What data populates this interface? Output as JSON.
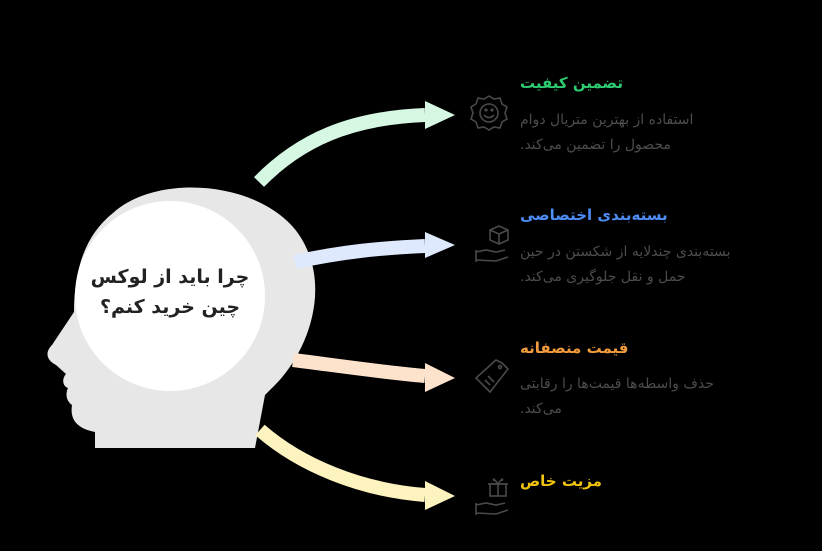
{
  "center": {
    "line1": "چرا باید از لوکس",
    "line2": "چین خرید کنم؟"
  },
  "colors": {
    "background": "#000000",
    "head": "#e7e7e7",
    "circle": "#ffffff",
    "icon": "#4a4a4a",
    "desc": "#4d4d4d"
  },
  "items": [
    {
      "title": "تضمین کیفیت",
      "desc_line1": "استفاده از بهترین متریال دوام",
      "desc_line2": "محصول را تضمین می‌کند.",
      "color": "#2ecc71",
      "arrow_color": "#d6f8e3",
      "icon": "smiley-badge-icon"
    },
    {
      "title": "بسته‌بندی اختصاصی",
      "desc_line1": "بسته‌بندی چندلایه از شکستن در حین",
      "desc_line2": "حمل و نقل جلوگیری می‌کند.",
      "color": "#4d8bf5",
      "arrow_color": "#dfe9fd",
      "icon": "box-on-hand-icon"
    },
    {
      "title": "قیمت منصفانه",
      "desc_line1": "حذف واسطه‌ها قیمت‌ها را رقابتی",
      "desc_line2": "می‌کند.",
      "color": "#f39c3d",
      "arrow_color": "#fde2cc",
      "icon": "price-tag-icon"
    },
    {
      "title": "مزیت خاص",
      "desc_line1": "",
      "desc_line2": "",
      "color": "#f1c40f",
      "arrow_color": "#fcf3bf",
      "icon": "gift-on-hand-icon"
    }
  ]
}
